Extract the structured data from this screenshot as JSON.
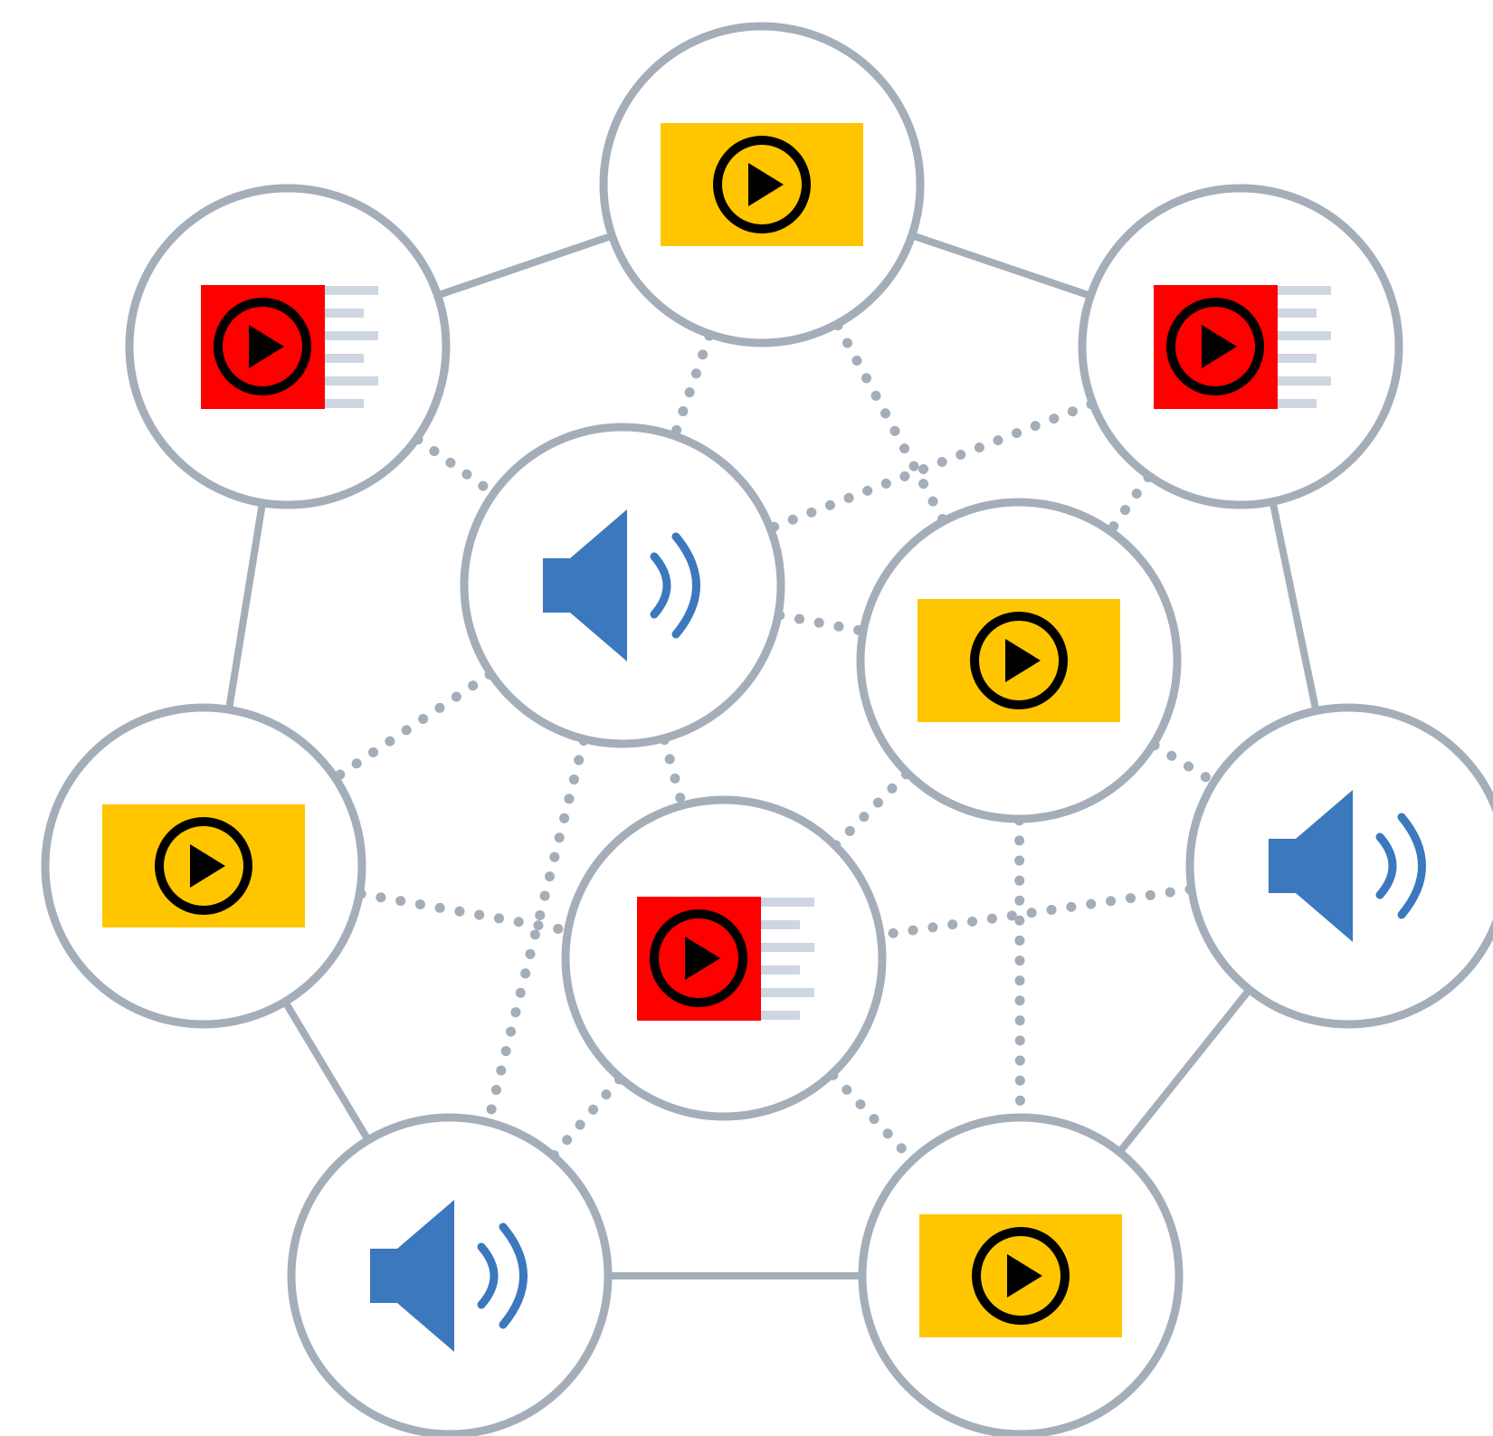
{
  "colors": {
    "ring": "#a4aeb8",
    "node_fill": "#ffffff",
    "video_yellow": "#ffc600",
    "video_red": "#ff0000",
    "playlist_lines": "#cdd6e1",
    "play_icon": "#000000",
    "speaker_blue": "#3b78bd"
  },
  "nodes": [
    {
      "id": "n-top",
      "icon": "video-icon"
    },
    {
      "id": "n-top-left",
      "icon": "playlist-icon"
    },
    {
      "id": "n-top-right",
      "icon": "playlist-icon"
    },
    {
      "id": "n-center-left",
      "icon": "speaker-icon"
    },
    {
      "id": "n-center-right",
      "icon": "video-icon"
    },
    {
      "id": "n-left",
      "icon": "video-icon"
    },
    {
      "id": "n-right",
      "icon": "speaker-icon"
    },
    {
      "id": "n-center-bottom",
      "icon": "playlist-icon"
    },
    {
      "id": "n-bottom-left",
      "icon": "speaker-icon"
    },
    {
      "id": "n-bottom-right",
      "icon": "video-icon"
    }
  ],
  "edges": [
    {
      "from": "n-top",
      "to": "n-top-left",
      "style": "solid"
    },
    {
      "from": "n-top",
      "to": "n-top-right",
      "style": "solid"
    },
    {
      "from": "n-top-left",
      "to": "n-left",
      "style": "solid"
    },
    {
      "from": "n-top-right",
      "to": "n-right",
      "style": "solid"
    },
    {
      "from": "n-left",
      "to": "n-bottom-left",
      "style": "solid"
    },
    {
      "from": "n-right",
      "to": "n-bottom-right",
      "style": "solid"
    },
    {
      "from": "n-bottom-left",
      "to": "n-bottom-right",
      "style": "solid"
    },
    {
      "from": "n-top",
      "to": "n-center-left",
      "style": "dotted"
    },
    {
      "from": "n-top",
      "to": "n-center-right",
      "style": "dotted"
    },
    {
      "from": "n-top-left",
      "to": "n-center-left",
      "style": "dotted"
    },
    {
      "from": "n-top-right",
      "to": "n-center-left",
      "style": "dotted"
    },
    {
      "from": "n-top-right",
      "to": "n-center-right",
      "style": "dotted"
    },
    {
      "from": "n-center-left",
      "to": "n-center-right",
      "style": "dotted"
    },
    {
      "from": "n-center-left",
      "to": "n-left",
      "style": "dotted"
    },
    {
      "from": "n-center-left",
      "to": "n-center-bottom",
      "style": "dotted"
    },
    {
      "from": "n-center-left",
      "to": "n-bottom-left",
      "style": "dotted"
    },
    {
      "from": "n-center-right",
      "to": "n-right",
      "style": "dotted"
    },
    {
      "from": "n-center-right",
      "to": "n-center-bottom",
      "style": "dotted"
    },
    {
      "from": "n-center-right",
      "to": "n-bottom-right",
      "style": "dotted"
    },
    {
      "from": "n-left",
      "to": "n-center-bottom",
      "style": "dotted"
    },
    {
      "from": "n-right",
      "to": "n-center-bottom",
      "style": "dotted"
    },
    {
      "from": "n-center-bottom",
      "to": "n-bottom-left",
      "style": "dotted"
    },
    {
      "from": "n-center-bottom",
      "to": "n-bottom-right",
      "style": "dotted"
    }
  ]
}
